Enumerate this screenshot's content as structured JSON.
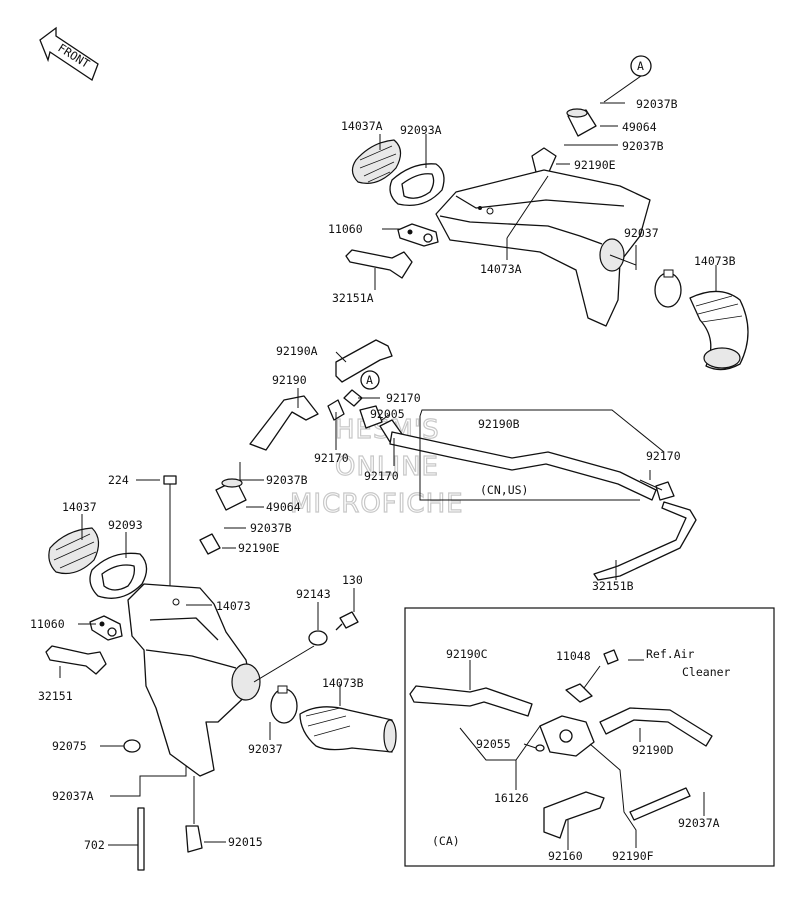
{
  "front_arrow": "FRONT",
  "callout_letter": "A",
  "watermark": [
    "HESM'S",
    "ONLINE",
    "MICROFICHE"
  ],
  "region_labels": {
    "cn_us": "(CN,US)",
    "ca": "(CA)"
  },
  "ref_note": [
    "Ref.Air",
    "Cleaner"
  ],
  "part_labels": [
    "92037B",
    "49064",
    "92037B",
    "92190E",
    "14037A",
    "92093A",
    "11060",
    "32151A",
    "14073A",
    "92037",
    "14073B",
    "92190A",
    "92190",
    "92170",
    "92005",
    "92190B",
    "92170",
    "92170",
    "92170",
    "92037B",
    "49064",
    "92037B",
    "92190E",
    "224",
    "14037",
    "92093",
    "11060",
    "32151",
    "14073",
    "92143",
    "130",
    "14073B",
    "92075",
    "92037",
    "92037A",
    "702",
    "92015",
    "32151B",
    "92190C",
    "11048",
    "92055",
    "16126",
    "92190D",
    "92160",
    "92190F",
    "92037A"
  ]
}
